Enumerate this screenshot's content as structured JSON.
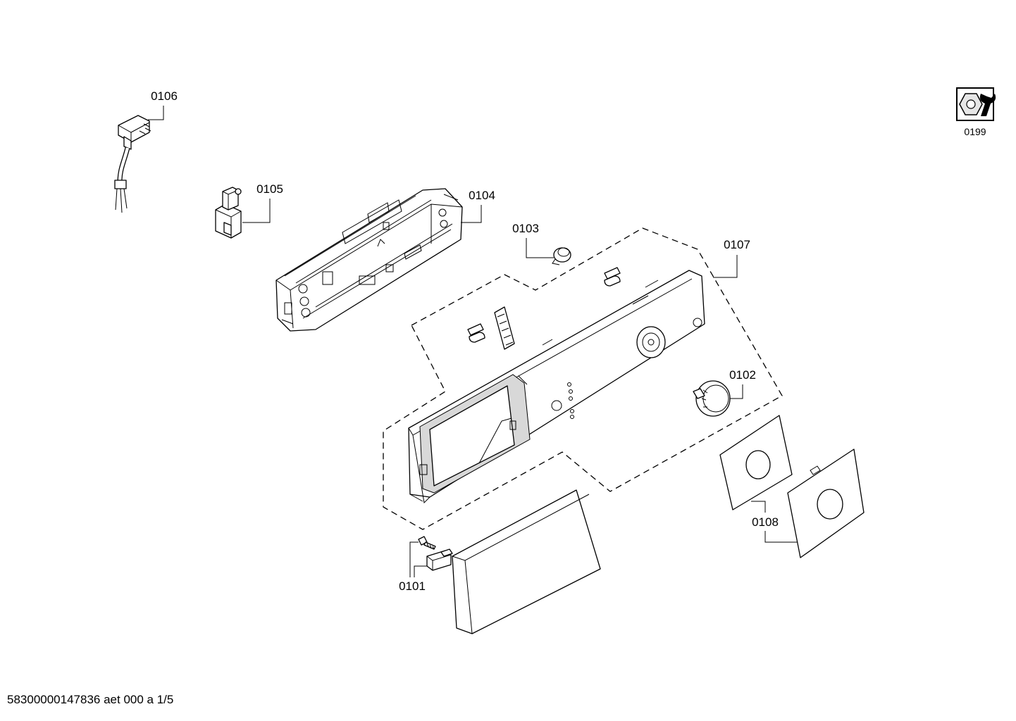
{
  "parts": {
    "p0101": {
      "label": "0101"
    },
    "p0102": {
      "label": "0102"
    },
    "p0103": {
      "label": "0103"
    },
    "p0104": {
      "label": "0104"
    },
    "p0105": {
      "label": "0105"
    },
    "p0106": {
      "label": "0106"
    },
    "p0107": {
      "label": "0107"
    },
    "p0108": {
      "label": "0108"
    },
    "p0199": {
      "label": "0199",
      "icon": "hex-nut-wrench-icon"
    }
  },
  "footer": {
    "code": "58300000147836 aet 000 a 1/5"
  }
}
